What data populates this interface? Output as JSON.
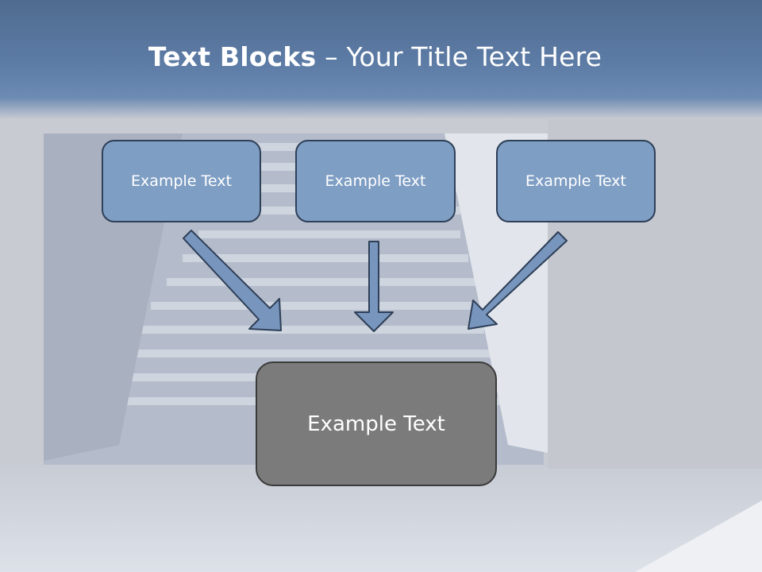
{
  "title": {
    "bold": "Text Blocks",
    "rest": "– Your Title Text Here"
  },
  "boxes": [
    {
      "label": "Example Text"
    },
    {
      "label": "Example Text"
    },
    {
      "label": "Example Text"
    }
  ],
  "target": {
    "label": "Example Text"
  },
  "colors": {
    "box_fill": "#7f9ec4",
    "box_border": "#2e3f58",
    "target_fill": "#7b7b7b",
    "arrow_fill": "#7896bd",
    "title_band": "#5d7ca6"
  }
}
